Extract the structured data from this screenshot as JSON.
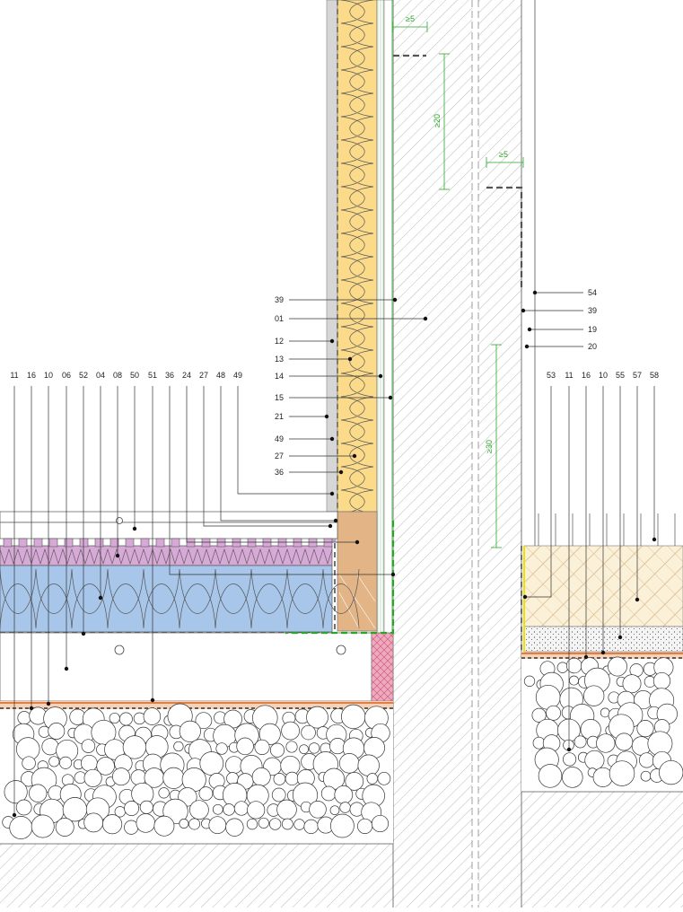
{
  "drawing": {
    "colors": {
      "insulation_yellow": "#fbdb8a",
      "timber_tan": "#e2b486",
      "screed_pink": "#d7a9d6",
      "xps_blue": "#a7c6ea",
      "membrane_orange": "#d9621c",
      "dimension_green": "#2aa52a",
      "terrace_fill": "#fbf0d8",
      "pink_block": "#f0a8bd"
    },
    "dimensions": {
      "top_gap": "≥5",
      "upper_height": "≥20",
      "right_gap": "≥5",
      "right_height": "≥30"
    },
    "wall_labels": [
      "39",
      "01",
      "12",
      "13",
      "14",
      "15",
      "21",
      "49",
      "27",
      "36"
    ],
    "right_labels": [
      "54",
      "39",
      "19",
      "20"
    ],
    "floor_labels": [
      "11",
      "16",
      "10",
      "06",
      "52",
      "04",
      "08",
      "50",
      "51",
      "36",
      "24",
      "27",
      "48",
      "49"
    ],
    "terrace_labels": [
      "53",
      "11",
      "16",
      "10",
      "55",
      "57",
      "58"
    ]
  }
}
